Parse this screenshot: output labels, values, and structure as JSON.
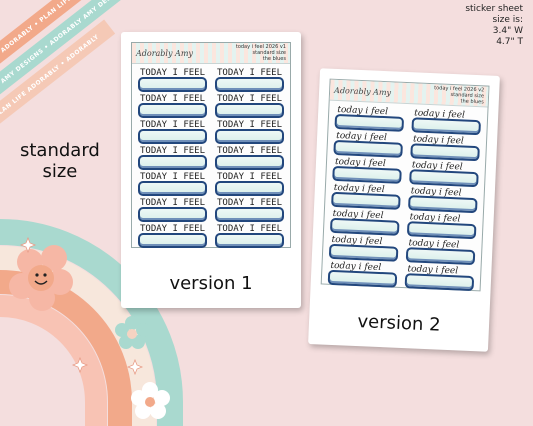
{
  "watermark": {
    "ribbon_1": "PLAN LIFE ADORABLY • PLAN LIFE ADORABLY",
    "ribbon_2": "ADORABLY AMY DESIGNS • ADORABLY AMY DESIGNS",
    "ribbon_3": "PLAN LIFE ADORABLY • ADORABLY"
  },
  "info": {
    "line1": "sticker sheet",
    "line2": "size is:",
    "line3": "3.4\" W",
    "line4": "4.7\" T"
  },
  "size_label": {
    "line1": "standard",
    "line2": "size"
  },
  "sheets": [
    {
      "brand": "Adorably Amy",
      "meta1": "today i feel 2026 v1",
      "meta2": "standard size",
      "meta3": "the blues",
      "sticker_text": "TODAY I FEEL",
      "version": "version 1"
    },
    {
      "brand": "Adorably Amy",
      "meta1": "today i feel 2026 v2",
      "meta2": "standard size",
      "meta3": "the blues",
      "sticker_text": "today i feel",
      "version": "version 2"
    }
  ],
  "colors": {
    "background": "#f4dede",
    "sticker_border": "#22477d",
    "rainbow": [
      "#a9d9cf",
      "#f5d3c2",
      "#f2a98a",
      "#f8c3b4"
    ]
  }
}
